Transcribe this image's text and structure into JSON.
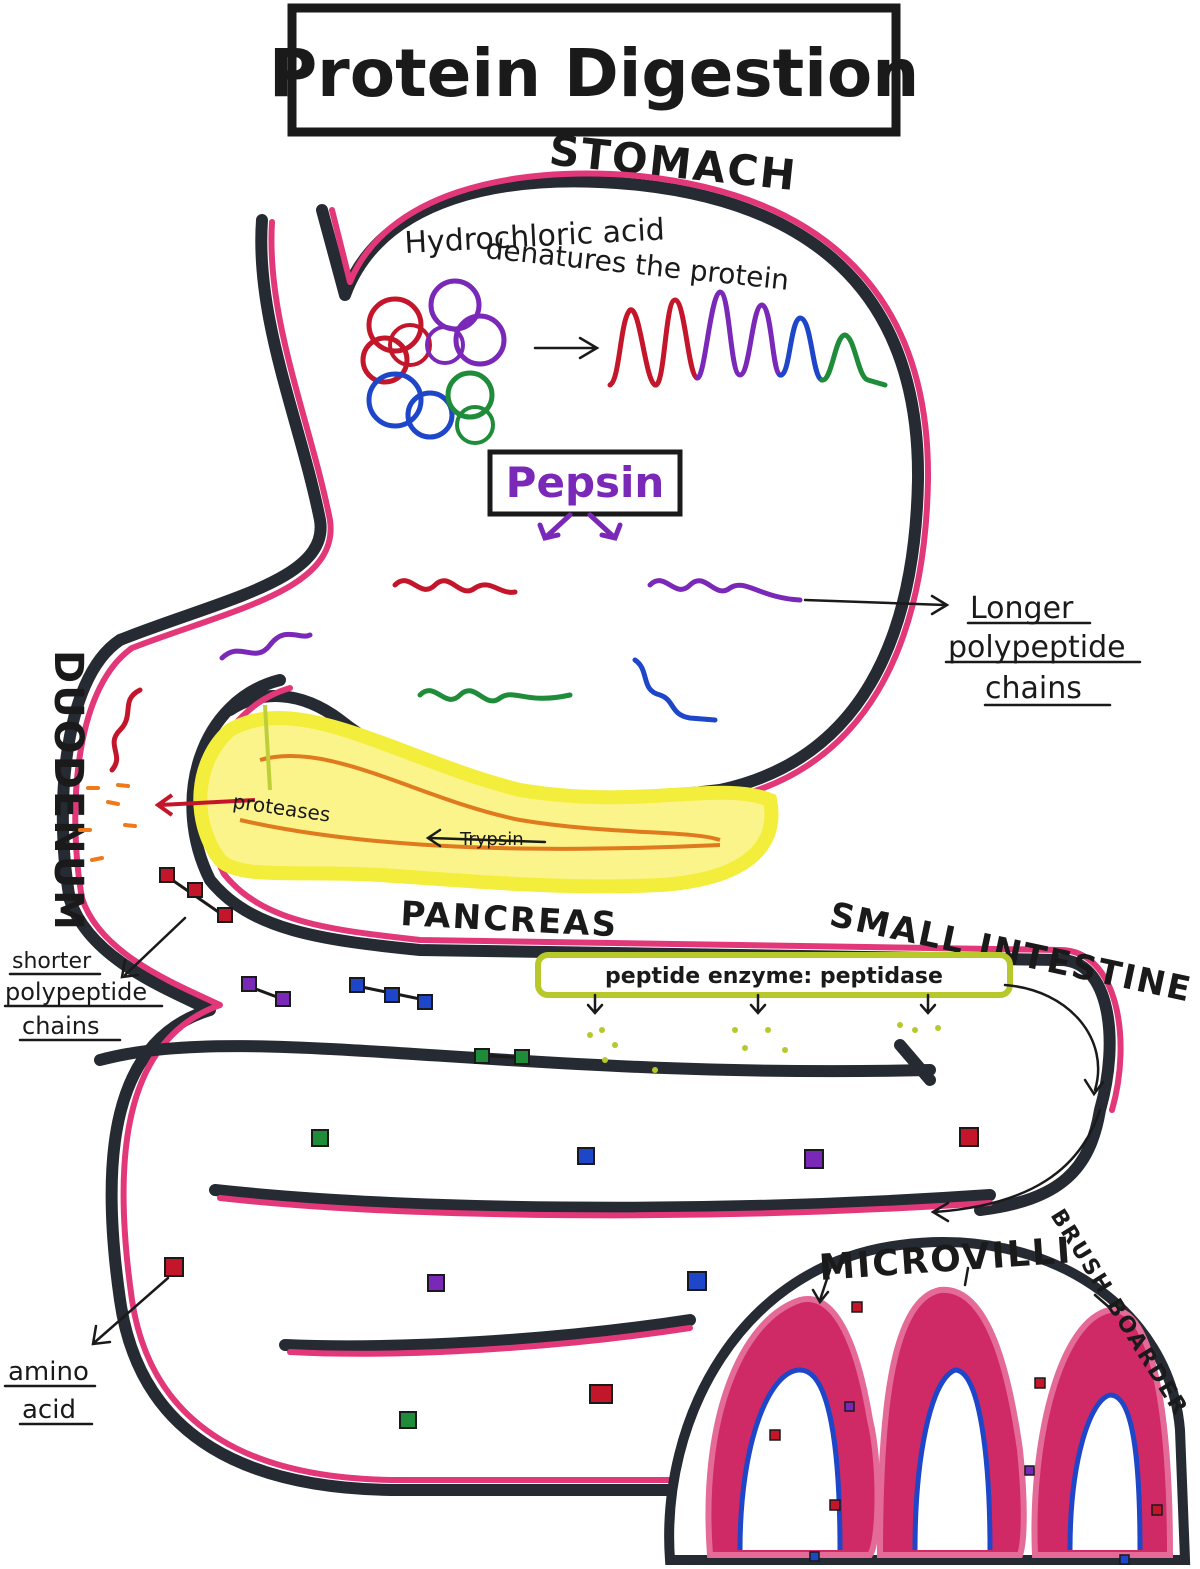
{
  "title": "Protein Digestion",
  "labels": {
    "stomach": "STOMACH",
    "hcl_line1": "Hydrochloric acid",
    "hcl_line2": "denatures the protein",
    "pepsin": "Pepsin",
    "longer_1": "Longer",
    "longer_2": "polypeptide",
    "longer_3": "chains",
    "duodenum": "DUODENUM",
    "proteases": "proteases",
    "trypsin": "Trypsin",
    "pancreas": "PANCREAS",
    "small_intestine": "SMALL INTESTINE",
    "peptidase": "peptide enzyme: peptidase",
    "shorter_1": "shorter",
    "shorter_2": "polypeptide",
    "shorter_3": "chains",
    "amino_1": "amino",
    "amino_2": "acid",
    "microvilli": "MICROVILLI",
    "brush_border": "BRUSH BOARDER"
  },
  "colors": {
    "outline": "#262a33",
    "lining": "#e2387a",
    "pancreas": "#f3ee3c",
    "red": "#c4162a",
    "purple": "#7a28b8",
    "blue": "#1e46c8",
    "green": "#1f8c3a",
    "orange": "#f07a1a",
    "peptidase": "#b7c92a",
    "villus": "#cf2a66"
  }
}
